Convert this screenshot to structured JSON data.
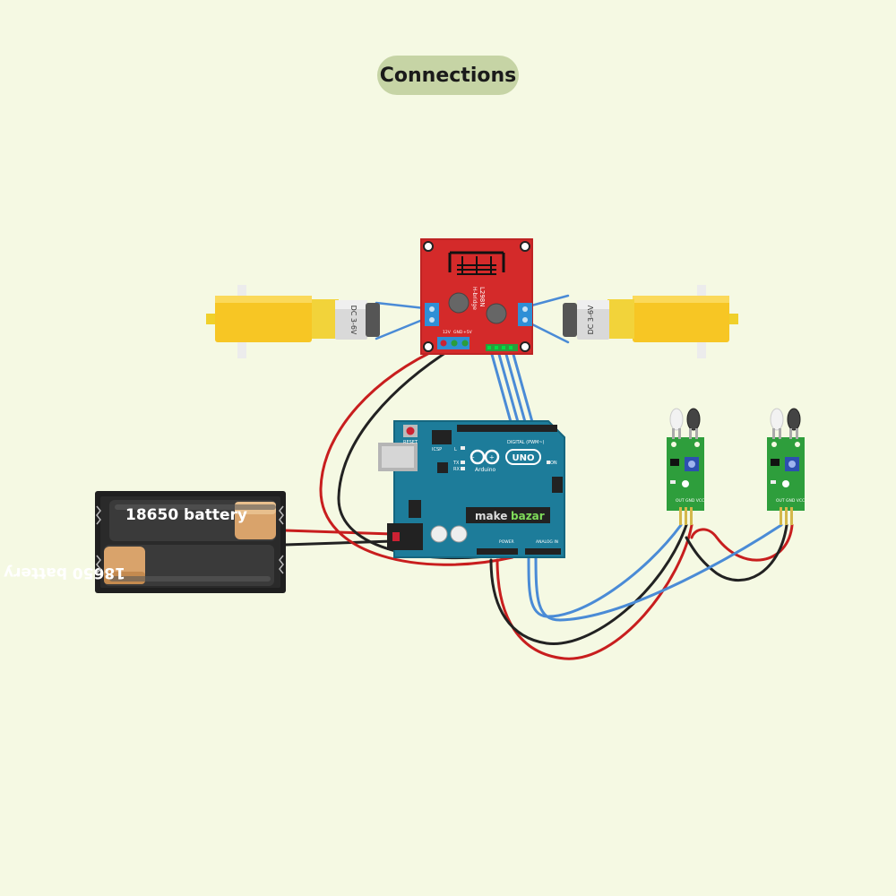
{
  "title": "Connections",
  "battery": {
    "cell_top_label": "18650 battery",
    "cell_bottom_label": "18650 battery"
  },
  "motors": {
    "left_label": "DC 3-6V",
    "right_label": "DC 3-6V"
  },
  "driver": {
    "chip_label": "L298N",
    "sub_label": "H-bridge",
    "pin_labels": [
      "12V",
      "GND",
      "+5V"
    ]
  },
  "arduino": {
    "logo_text": "UNO",
    "brand_text": "Arduino",
    "digital_label": "DIGITAL (PWM~)",
    "power_label": "POWER",
    "analog_label": "ANALOG IN",
    "reset_label": "RESET",
    "icsp_label": "ICSP",
    "watermark_left": "make",
    "watermark_right": "bazar",
    "tx_label": "TX",
    "rx_label": "RX",
    "l_label": "L",
    "on_label": "ON"
  },
  "sensors": {
    "left_pins": "OUT GND VCC",
    "right_pins": "OUT GND VCC"
  },
  "colors": {
    "background": "#f5f9e3",
    "title_pill": "#c6d4a5",
    "wire_red": "#c81e1e",
    "wire_black": "#222222",
    "wire_blue": "#4a8bd6",
    "motor_yellow": "#f7c624",
    "driver_red": "#d42a2a",
    "arduino_teal": "#1d7c9a",
    "sensor_green": "#2e9e3c"
  }
}
